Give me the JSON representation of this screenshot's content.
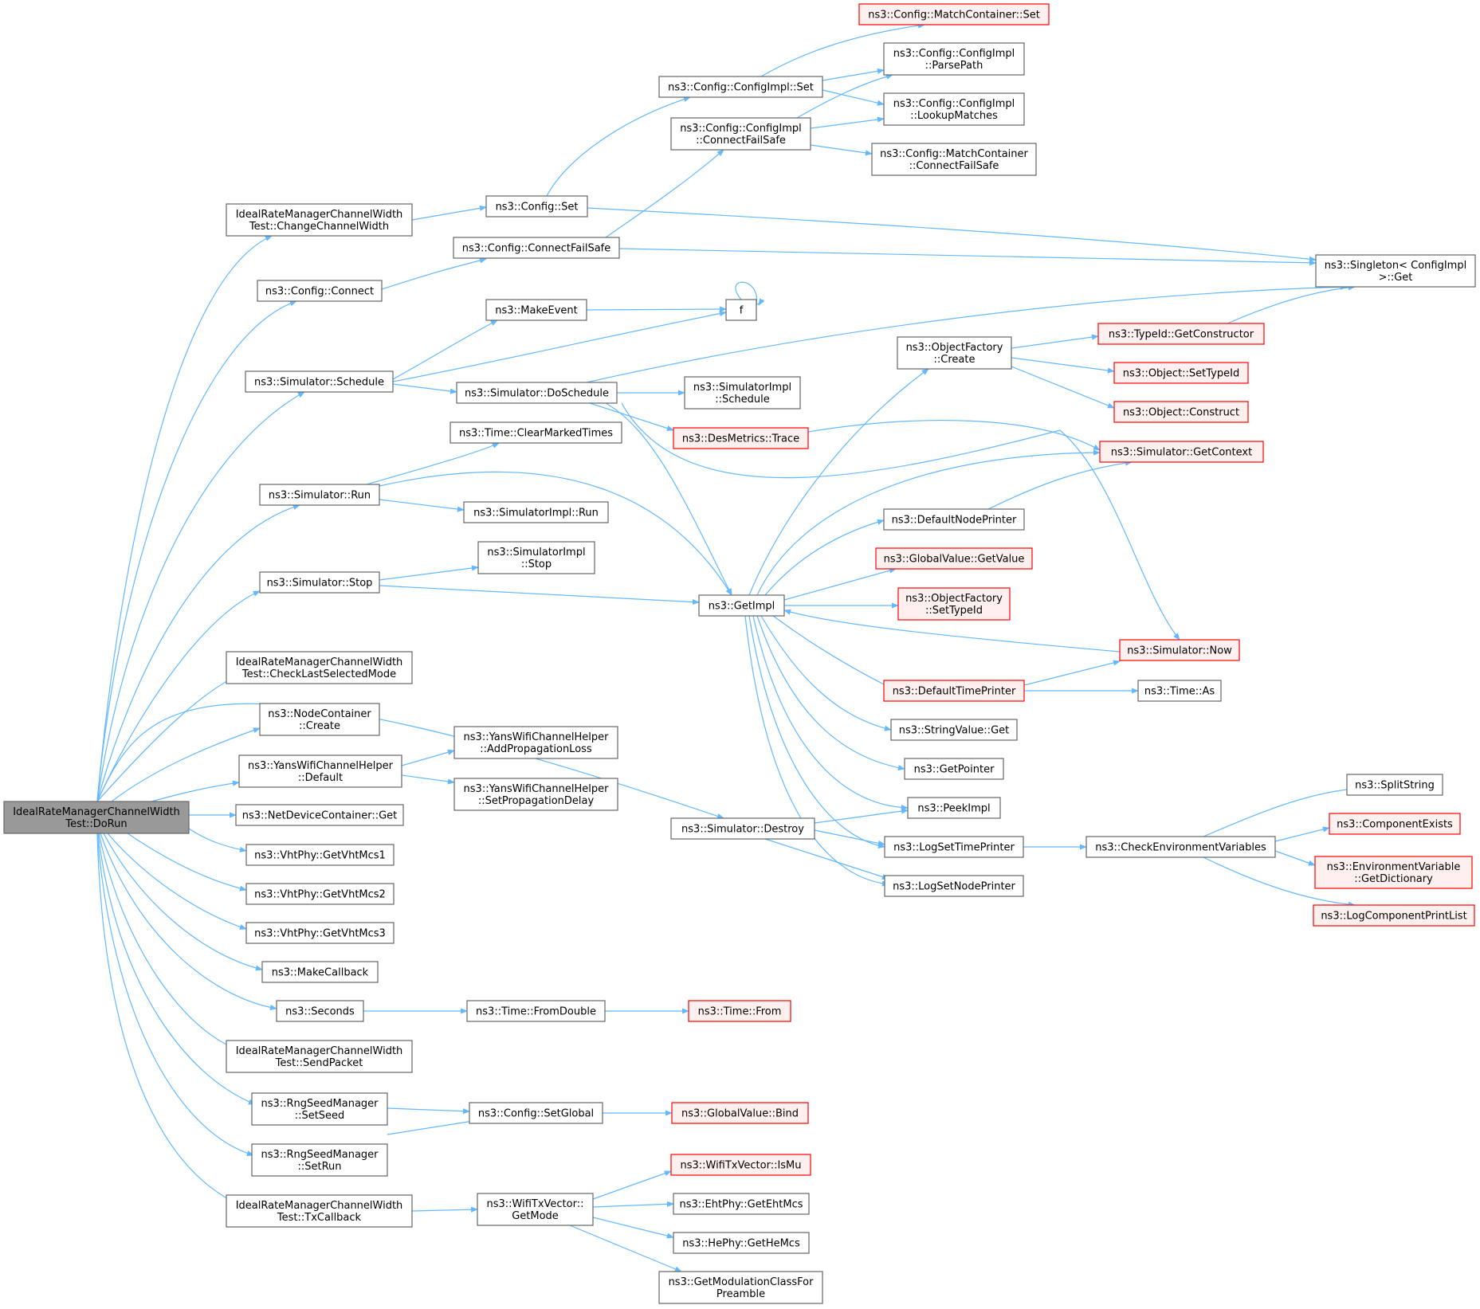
{
  "colors": {
    "background": "#ffffff",
    "edge": "#63b8ff",
    "node_border": "#666666",
    "node_fill": "#ffffff",
    "root_fill": "#999999",
    "truncated_border": "#ff0000",
    "truncated_fill": "#fff0f0",
    "text": "#000000"
  },
  "nodes": [
    {
      "id": "dorun",
      "lines": [
        "IdealRateManagerChannelWidth",
        "Test::DoRun"
      ],
      "kind": "root"
    },
    {
      "id": "changechw",
      "lines": [
        "IdealRateManagerChannelWidth",
        "Test::ChangeChannelWidth"
      ],
      "kind": "normal"
    },
    {
      "id": "cfgconnect",
      "lines": [
        "ns3::Config::Connect"
      ],
      "kind": "normal"
    },
    {
      "id": "simschedule",
      "lines": [
        "ns3::Simulator::Schedule"
      ],
      "kind": "normal"
    },
    {
      "id": "simrun",
      "lines": [
        "ns3::Simulator::Run"
      ],
      "kind": "normal"
    },
    {
      "id": "simstop",
      "lines": [
        "ns3::Simulator::Stop"
      ],
      "kind": "normal"
    },
    {
      "id": "checklast",
      "lines": [
        "IdealRateManagerChannelWidth",
        "Test::CheckLastSelectedMode"
      ],
      "kind": "normal"
    },
    {
      "id": "nodecreate",
      "lines": [
        "ns3::NodeContainer",
        "::Create"
      ],
      "kind": "normal"
    },
    {
      "id": "yansdefault",
      "lines": [
        "ns3::YansWifiChannelHelper",
        "::Default"
      ],
      "kind": "normal"
    },
    {
      "id": "netdevget",
      "lines": [
        "ns3::NetDeviceContainer::Get"
      ],
      "kind": "normal"
    },
    {
      "id": "vht1",
      "lines": [
        "ns3::VhtPhy::GetVhtMcs1"
      ],
      "kind": "normal"
    },
    {
      "id": "vht2",
      "lines": [
        "ns3::VhtPhy::GetVhtMcs2"
      ],
      "kind": "normal"
    },
    {
      "id": "vht3",
      "lines": [
        "ns3::VhtPhy::GetVhtMcs3"
      ],
      "kind": "normal"
    },
    {
      "id": "makecallback",
      "lines": [
        "ns3::MakeCallback"
      ],
      "kind": "normal"
    },
    {
      "id": "seconds",
      "lines": [
        "ns3::Seconds"
      ],
      "kind": "normal"
    },
    {
      "id": "sendpacket",
      "lines": [
        "IdealRateManagerChannelWidth",
        "Test::SendPacket"
      ],
      "kind": "normal"
    },
    {
      "id": "setseed",
      "lines": [
        "ns3::RngSeedManager",
        "::SetSeed"
      ],
      "kind": "normal"
    },
    {
      "id": "setrun",
      "lines": [
        "ns3::RngSeedManager",
        "::SetRun"
      ],
      "kind": "normal"
    },
    {
      "id": "txcallback",
      "lines": [
        "IdealRateManagerChannelWidth",
        "Test::TxCallback"
      ],
      "kind": "normal"
    },
    {
      "id": "cfgset",
      "lines": [
        "ns3::Config::Set"
      ],
      "kind": "normal"
    },
    {
      "id": "cfgconnectfs",
      "lines": [
        "ns3::Config::ConnectFailSafe"
      ],
      "kind": "normal"
    },
    {
      "id": "makeevent",
      "lines": [
        "ns3::MakeEvent"
      ],
      "kind": "normal"
    },
    {
      "id": "f",
      "lines": [
        "f"
      ],
      "kind": "normal"
    },
    {
      "id": "simdoschedule",
      "lines": [
        "ns3::Simulator::DoSchedule"
      ],
      "kind": "normal"
    },
    {
      "id": "clearmarked",
      "lines": [
        "ns3::Time::ClearMarkedTimes"
      ],
      "kind": "normal"
    },
    {
      "id": "simimplrun",
      "lines": [
        "ns3::SimulatorImpl::Run"
      ],
      "kind": "normal"
    },
    {
      "id": "simimplstop",
      "lines": [
        "ns3::SimulatorImpl",
        "::Stop"
      ],
      "kind": "normal"
    },
    {
      "id": "addproploss",
      "lines": [
        "ns3::YansWifiChannelHelper",
        "::AddPropagationLoss"
      ],
      "kind": "normal"
    },
    {
      "id": "setpropdelay",
      "lines": [
        "ns3::YansWifiChannelHelper",
        "::SetPropagationDelay"
      ],
      "kind": "normal"
    },
    {
      "id": "simdestroy",
      "lines": [
        "ns3::Simulator::Destroy"
      ],
      "kind": "normal"
    },
    {
      "id": "fromdouble",
      "lines": [
        "ns3::Time::FromDouble"
      ],
      "kind": "normal"
    },
    {
      "id": "setglobal",
      "lines": [
        "ns3::Config::SetGlobal"
      ],
      "kind": "normal"
    },
    {
      "id": "getmode",
      "lines": [
        "ns3::WifiTxVector::",
        "GetMode"
      ],
      "kind": "normal"
    },
    {
      "id": "implset",
      "lines": [
        "ns3::Config::ConfigImpl::Set"
      ],
      "kind": "normal"
    },
    {
      "id": "implconnectfs",
      "lines": [
        "ns3::Config::ConfigImpl",
        "::ConnectFailSafe"
      ],
      "kind": "normal"
    },
    {
      "id": "mcset",
      "lines": [
        "ns3::Config::MatchContainer::Set"
      ],
      "kind": "truncated"
    },
    {
      "id": "parsepath",
      "lines": [
        "ns3::Config::ConfigImpl",
        "::ParsePath"
      ],
      "kind": "normal"
    },
    {
      "id": "lookupmatches",
      "lines": [
        "ns3::Config::ConfigImpl",
        "::LookupMatches"
      ],
      "kind": "normal"
    },
    {
      "id": "mcconnectfs",
      "lines": [
        "ns3::Config::MatchContainer",
        "::ConnectFailSafe"
      ],
      "kind": "normal"
    },
    {
      "id": "singletonget",
      "lines": [
        "ns3::Singleton< ConfigImpl",
        " >::Get"
      ],
      "kind": "normal"
    },
    {
      "id": "simimplschedule",
      "lines": [
        "ns3::SimulatorImpl",
        "::Schedule"
      ],
      "kind": "normal"
    },
    {
      "id": "desmetrics",
      "lines": [
        "ns3::DesMetrics::Trace"
      ],
      "kind": "truncated"
    },
    {
      "id": "getimpl",
      "lines": [
        "ns3::GetImpl"
      ],
      "kind": "normal"
    },
    {
      "id": "objfcreate",
      "lines": [
        "ns3::ObjectFactory",
        "::Create"
      ],
      "kind": "normal"
    },
    {
      "id": "getconstructor",
      "lines": [
        "ns3::TypeId::GetConstructor"
      ],
      "kind": "truncated"
    },
    {
      "id": "objsettypeid",
      "lines": [
        "ns3::Object::SetTypeId"
      ],
      "kind": "truncated"
    },
    {
      "id": "objconstruct",
      "lines": [
        "ns3::Object::Construct"
      ],
      "kind": "truncated"
    },
    {
      "id": "getcontext",
      "lines": [
        "ns3::Simulator::GetContext"
      ],
      "kind": "truncated"
    },
    {
      "id": "defnodeprinter",
      "lines": [
        "ns3::DefaultNodePrinter"
      ],
      "kind": "normal"
    },
    {
      "id": "gvgetvalue",
      "lines": [
        "ns3::GlobalValue::GetValue"
      ],
      "kind": "truncated"
    },
    {
      "id": "objfsettypeid",
      "lines": [
        "ns3::ObjectFactory",
        "::SetTypeId"
      ],
      "kind": "truncated"
    },
    {
      "id": "simnow",
      "lines": [
        "ns3::Simulator::Now"
      ],
      "kind": "truncated"
    },
    {
      "id": "deftimeprinter",
      "lines": [
        "ns3::DefaultTimePrinter"
      ],
      "kind": "truncated"
    },
    {
      "id": "timeas",
      "lines": [
        "ns3::Time::As"
      ],
      "kind": "normal"
    },
    {
      "id": "strvalget",
      "lines": [
        "ns3::StringValue::Get"
      ],
      "kind": "normal"
    },
    {
      "id": "getpointer",
      "lines": [
        "ns3::GetPointer"
      ],
      "kind": "normal"
    },
    {
      "id": "peekimpl",
      "lines": [
        "ns3::PeekImpl"
      ],
      "kind": "normal"
    },
    {
      "id": "logsettime",
      "lines": [
        "ns3::LogSetTimePrinter"
      ],
      "kind": "normal"
    },
    {
      "id": "logsetnode",
      "lines": [
        "ns3::LogSetNodePrinter"
      ],
      "kind": "normal"
    },
    {
      "id": "checkenv",
      "lines": [
        "ns3::CheckEnvironmentVariables"
      ],
      "kind": "normal"
    },
    {
      "id": "splitstring",
      "lines": [
        "ns3::SplitString"
      ],
      "kind": "normal"
    },
    {
      "id": "compexists",
      "lines": [
        "ns3::ComponentExists"
      ],
      "kind": "truncated"
    },
    {
      "id": "envgetdict",
      "lines": [
        "ns3::EnvironmentVariable",
        "::GetDictionary"
      ],
      "kind": "truncated"
    },
    {
      "id": "logcompprint",
      "lines": [
        "ns3::LogComponentPrintList"
      ],
      "kind": "truncated"
    },
    {
      "id": "timefrom",
      "lines": [
        "ns3::Time::From"
      ],
      "kind": "truncated"
    },
    {
      "id": "gvbind",
      "lines": [
        "ns3::GlobalValue::Bind"
      ],
      "kind": "truncated"
    },
    {
      "id": "ismu",
      "lines": [
        "ns3::WifiTxVector::IsMu"
      ],
      "kind": "truncated"
    },
    {
      "id": "getehtmcs",
      "lines": [
        "ns3::EhtPhy::GetEhtMcs"
      ],
      "kind": "normal"
    },
    {
      "id": "gethemcs",
      "lines": [
        "ns3::HePhy::GetHeMcs"
      ],
      "kind": "normal"
    },
    {
      "id": "getmodclass",
      "lines": [
        "ns3::GetModulationClassFor",
        "Preamble"
      ],
      "kind": "normal"
    }
  ]
}
